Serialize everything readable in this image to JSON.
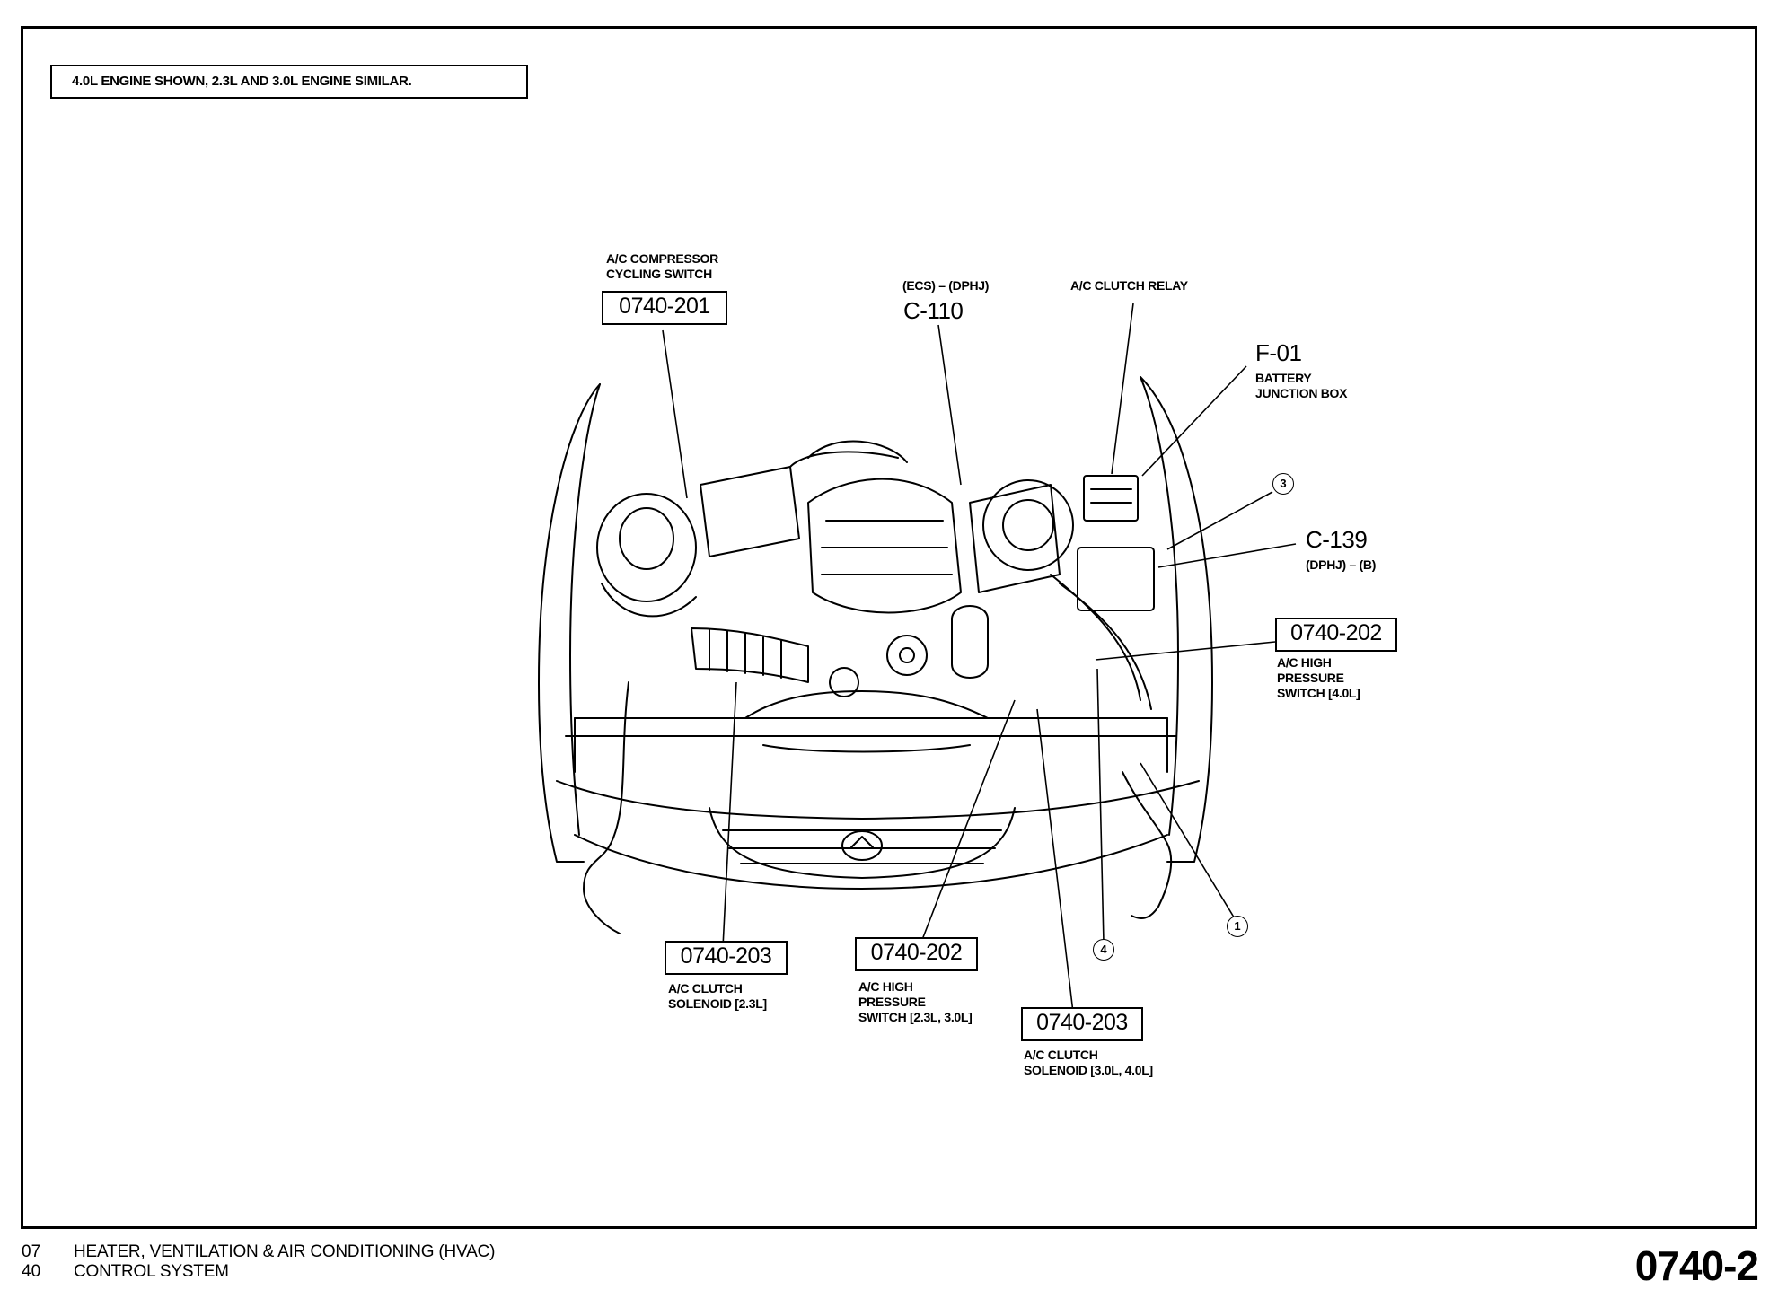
{
  "note": "4.0L ENGINE SHOWN, 2.3L AND 3.0L ENGINE SIMILAR.",
  "labels": {
    "compressor_switch": {
      "caption": "A/C COMPRESSOR\nCYCLING SWITCH",
      "ref": "0740-201"
    },
    "c110": {
      "caption": "(ECS) – (DPHJ)",
      "code": "C-110"
    },
    "clutch_relay": {
      "caption": "A/C CLUTCH RELAY"
    },
    "f01": {
      "code": "F-01",
      "caption": "BATTERY\nJUNCTION BOX"
    },
    "c139": {
      "code": "C-139",
      "caption": "(DPHJ) – (B)"
    },
    "pressure_switch_40": {
      "ref": "0740-202",
      "caption": "A/C HIGH\nPRESSURE\nSWITCH [4.0L]"
    },
    "clutch_solenoid_23": {
      "ref": "0740-203",
      "caption": "A/C CLUTCH\nSOLENOID [2.3L]"
    },
    "pressure_switch_2330": {
      "ref": "0740-202",
      "caption": "A/C HIGH\nPRESSURE\nSWITCH [2.3L, 3.0L]"
    },
    "clutch_solenoid_3040": {
      "ref": "0740-203",
      "caption": "A/C CLUTCH\nSOLENOID [3.0L, 4.0L]"
    }
  },
  "callouts": [
    "3",
    "4",
    "1"
  ],
  "footer": {
    "line1_num": "07",
    "line1_text": "HEATER, VENTILATION & AIR CONDITIONING (HVAC)",
    "line2_num": "40",
    "line2_text": "CONTROL SYSTEM",
    "page_code": "0740-2"
  }
}
